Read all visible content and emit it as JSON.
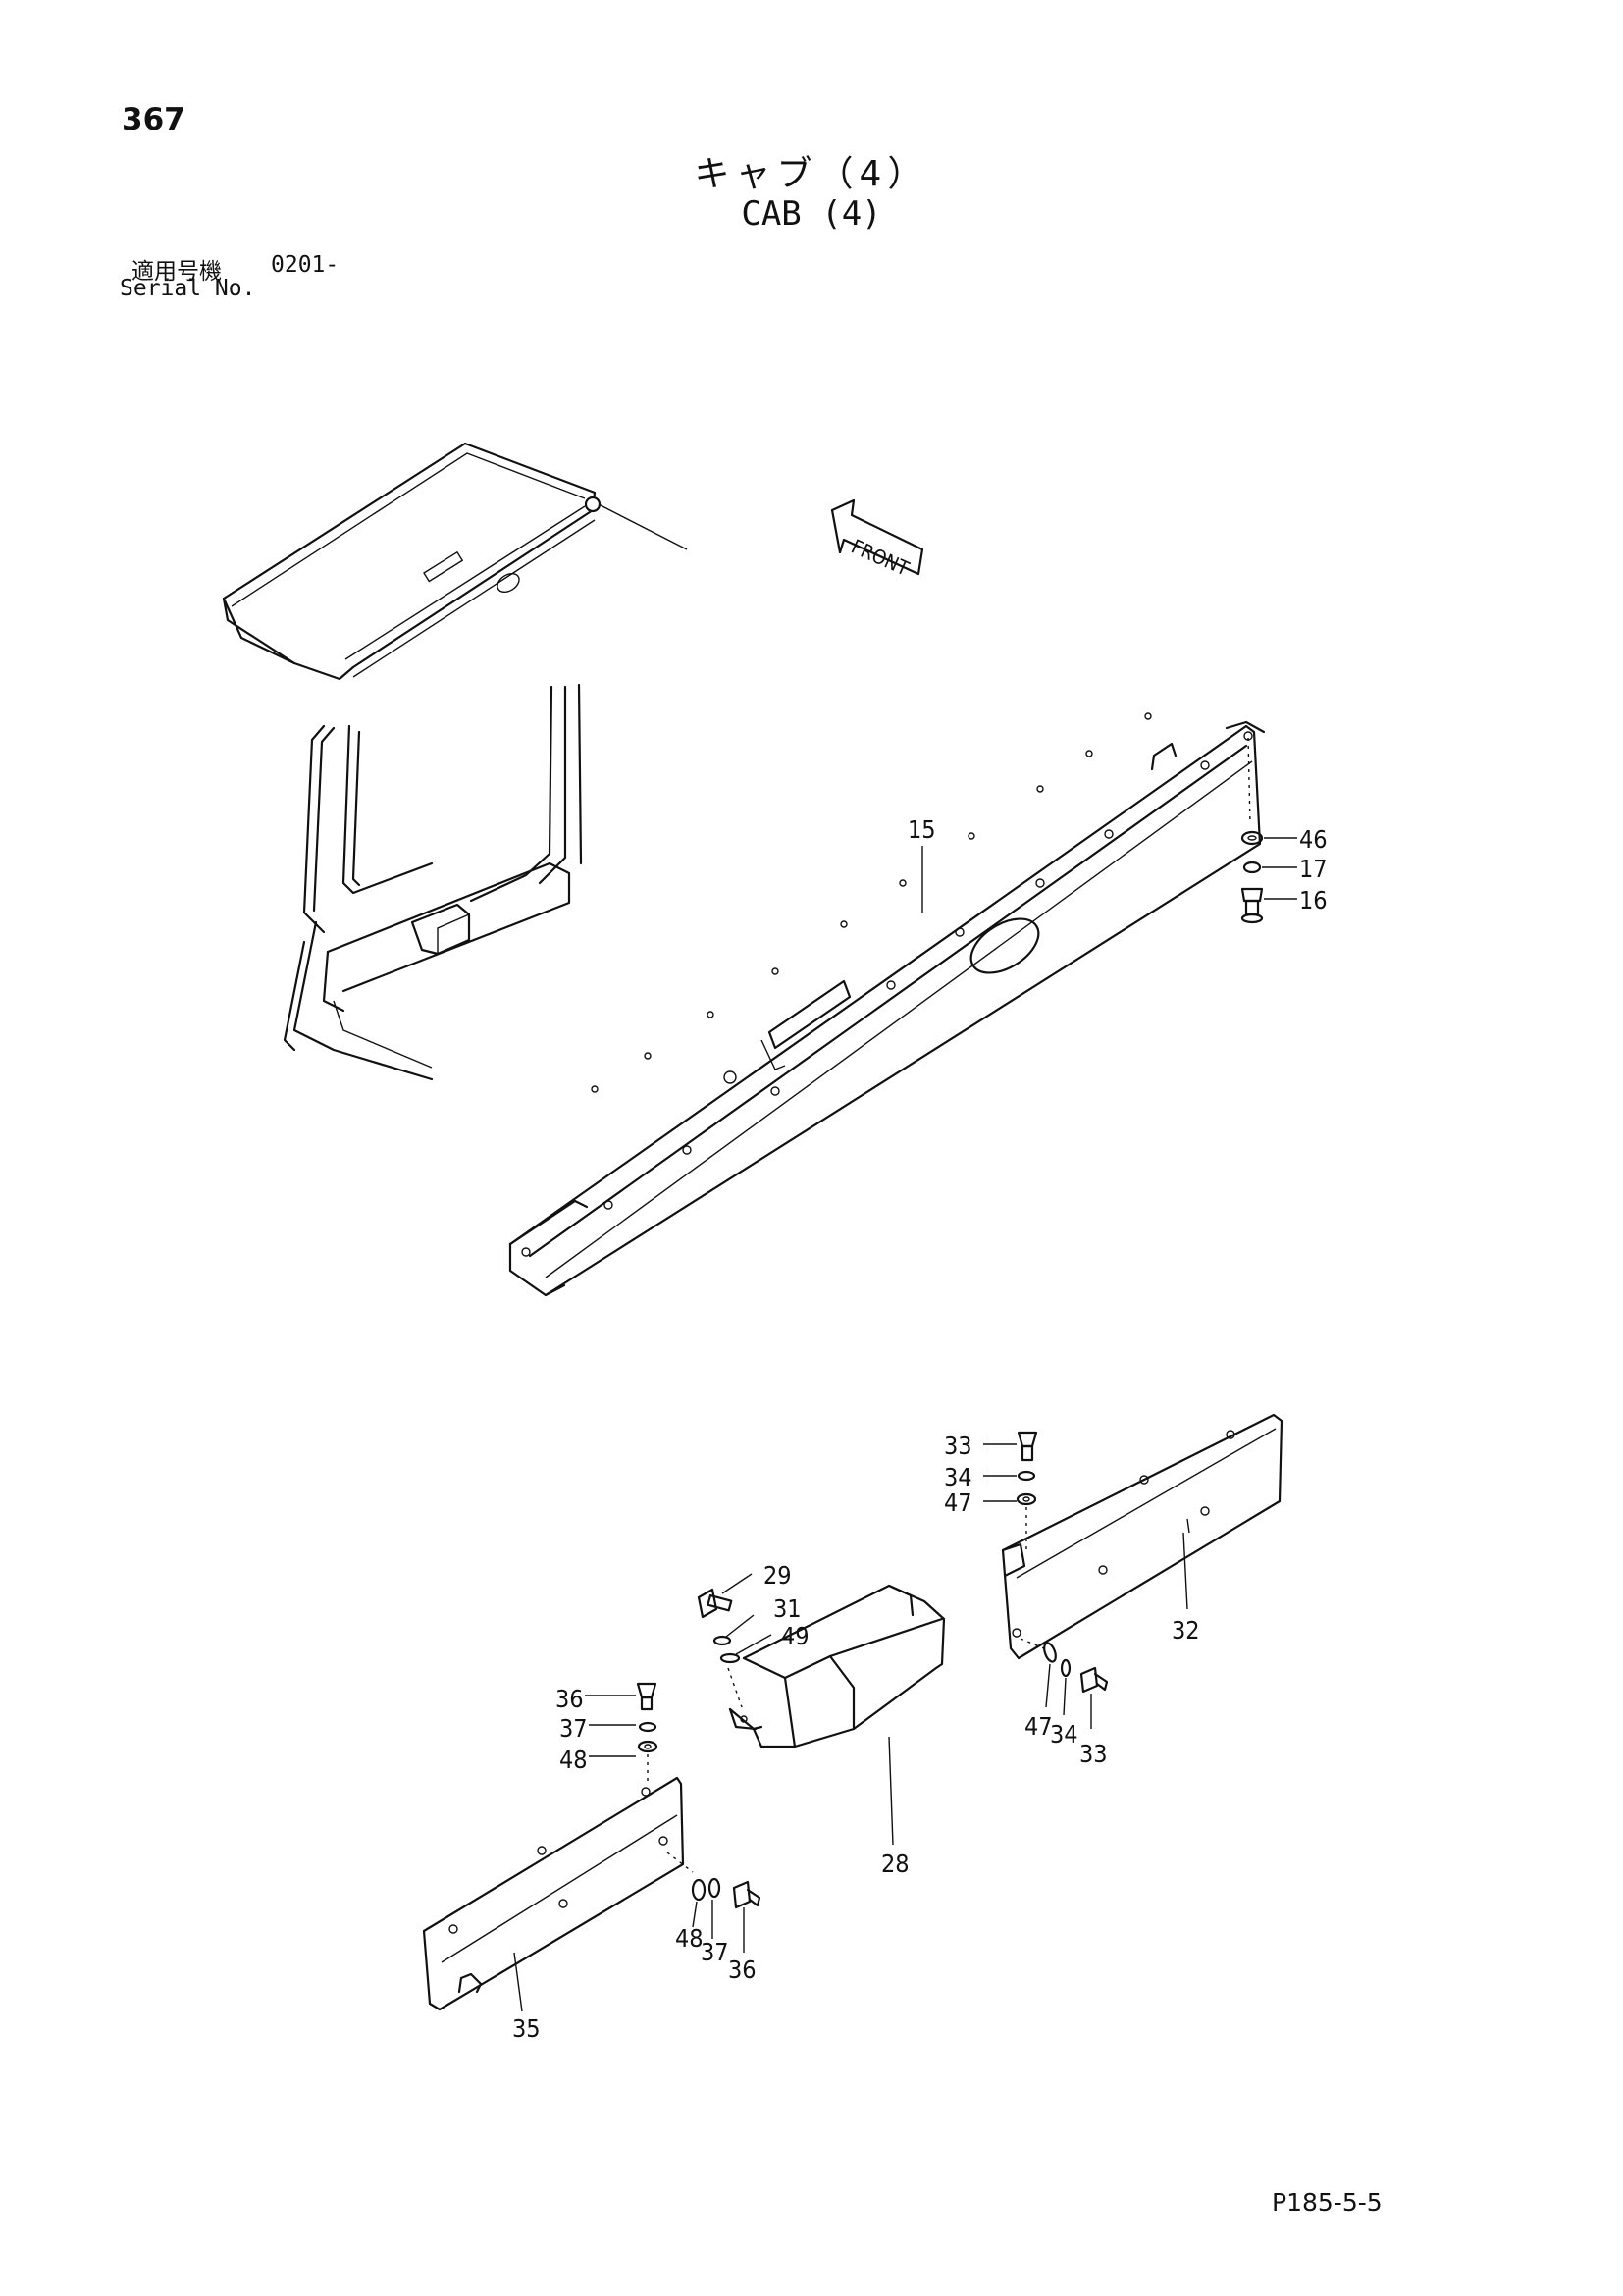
{
  "page": {
    "number": "367",
    "title_jp": "キャブ（4）",
    "title_en": "CAB (4)",
    "serial_label_jp": "適用号機",
    "serial_range": "0201-",
    "serial_label_en": "Serial No.",
    "footer_code": "P185-5-5"
  },
  "front_arrow": {
    "label": "FRONT"
  },
  "callouts": {
    "c15": "15",
    "c46": "46",
    "c17": "17",
    "c16": "16",
    "c33a": "33",
    "c34a": "34",
    "c47a": "47",
    "c32": "32",
    "c47b": "47",
    "c34b": "34",
    "c33b": "33",
    "c29": "29",
    "c31": "31",
    "c49": "49",
    "c28": "28",
    "c36a": "36",
    "c37a": "37",
    "c48a": "48",
    "c48b": "48",
    "c37b": "37",
    "c36b": "36",
    "c35": "35"
  }
}
